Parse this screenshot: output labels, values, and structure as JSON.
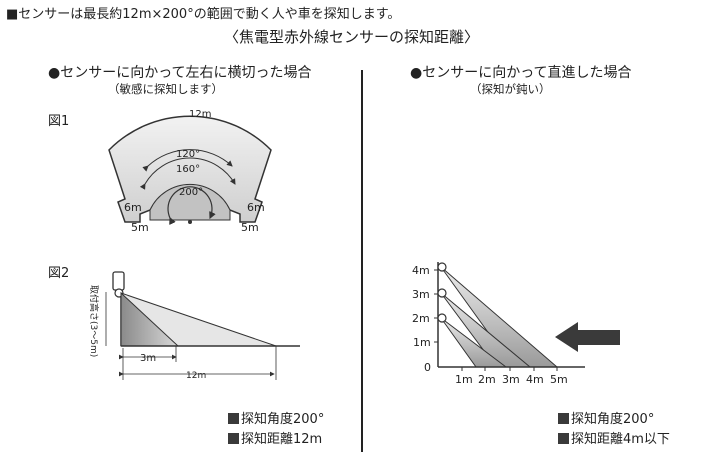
{
  "header_text": "■センサーは最長約12m×200°の範囲で動く人や車を探知します。",
  "main_title": "〈焦電型赤外線センサーの探知距離〉",
  "left": {
    "title": "●センサーに向かって左右に横切った場合",
    "subtitle": "（敏感に探知します）",
    "fig1_label": "図1",
    "fig2_label": "図2",
    "fig1": {
      "outer_distance": "12m",
      "angles": [
        "120°",
        "160°",
        "200°"
      ],
      "side_left": "6m",
      "side_right": "6m",
      "bottom_left": "5m",
      "bottom_right": "5m"
    },
    "fig2": {
      "height_label": "取付高さ(3〜5m)",
      "dist_short": "3m",
      "dist_long": "12m"
    },
    "legend": [
      "探知角度200°",
      "探知距離12m"
    ]
  },
  "right": {
    "title": "●センサーに向かって直進した場合",
    "subtitle": "（探知が鈍い）",
    "y_ticks": [
      "4m",
      "3m",
      "2m",
      "1m",
      "0"
    ],
    "x_ticks": [
      "1m",
      "2m",
      "3m",
      "4m",
      "5m"
    ],
    "legend": [
      "探知角度200°",
      "探知距離4m以下"
    ]
  }
}
